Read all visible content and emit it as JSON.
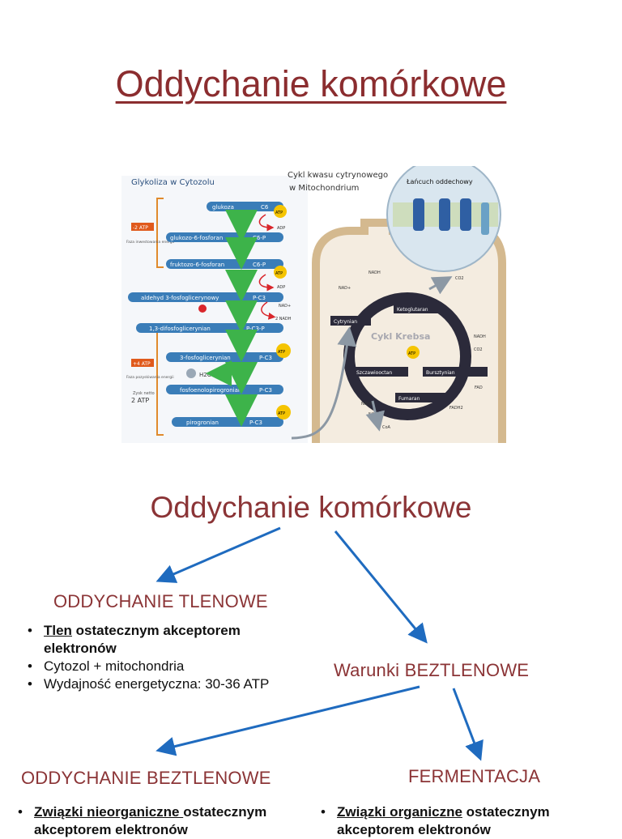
{
  "main_title": "Oddychanie komórkowe",
  "figure": {
    "glycolysis_title": "Glykoliza w Cytozolu",
    "krebs_title_line1": "Cykl kwasu cytrynowego",
    "krebs_title_line2": "w Mitochondrium",
    "electron_chain_title": "Łańcuch oddechowy",
    "steps": [
      {
        "label": "glukoza",
        "formula": "C6"
      },
      {
        "label": "glukozo-6-fosforan",
        "formula": "C6-P"
      },
      {
        "label": "fruktozo-6-fosforan",
        "formula": "C6-P"
      },
      {
        "label": "aldehyd 3-fosfoglicerynowy",
        "formula": "P-C3"
      },
      {
        "label": "1,3-difosfoglicerynian",
        "formula": "P-C3-P"
      },
      {
        "label": "3-fosfoglicerynian",
        "formula": "P-C3"
      },
      {
        "label": "fosfoenolopirogronian",
        "formula": "P-C3"
      },
      {
        "label": "pirogronian",
        "formula": "P-C3"
      }
    ],
    "atp": "ATP",
    "adp": "ADP",
    "minus2atp": "-2 ATP",
    "plus4atp": "+4 ATP",
    "faza_inwestycji": "Faza inwestowania energii",
    "faza_uzysku": "Faza pozyskiwania energii",
    "zysk_netto": "Zysk netto",
    "two_atp": "2 ATP",
    "water": "H2O",
    "nad": "NAD+",
    "nadh": "NADH",
    "two_nadh": "2 NADH",
    "co2": "CO2",
    "coa": "CoA",
    "cycle_name": "Cykl Krebsa",
    "cytrynian": "Cytrynian",
    "ketoglutaran": "Ketoglutaran",
    "bursztynian": "Bursztynian",
    "szczawiooctan": "Szczawiooctan",
    "fumaran": "Fumaran",
    "fadh2": "FADH2",
    "fad": "FAD"
  },
  "diagram_title": "Oddychanie komórkowe",
  "aerobic": {
    "heading": "ODDYCHANIE TLENOWE",
    "bullets": [
      {
        "u": "Tlen",
        "rest": " ostatecznym akceptorem elektronów"
      },
      {
        "text": "Cytozol + mitochondria"
      },
      {
        "text": "Wydajność energetyczna: 30-36 ATP"
      }
    ]
  },
  "anaerobic_conditions": {
    "heading": "Warunki BEZTLENOWE"
  },
  "anaerobic": {
    "heading": "ODDYCHANIE BEZTLENOWE",
    "bullets": [
      {
        "u": "Związki nieorganiczne ",
        "rest": "ostatecznym akceptorem elektronów"
      }
    ]
  },
  "fermentation": {
    "heading": "FERMENTACJA",
    "bullets": [
      {
        "u": "Związki organiczne",
        "rest": " ostatecznym akceptorem elektronów"
      }
    ]
  },
  "bullet_symbol": "•",
  "colors": {
    "title": "#8b2d2f",
    "heading": "#8b3436",
    "arrow": "#1f6bbf"
  }
}
